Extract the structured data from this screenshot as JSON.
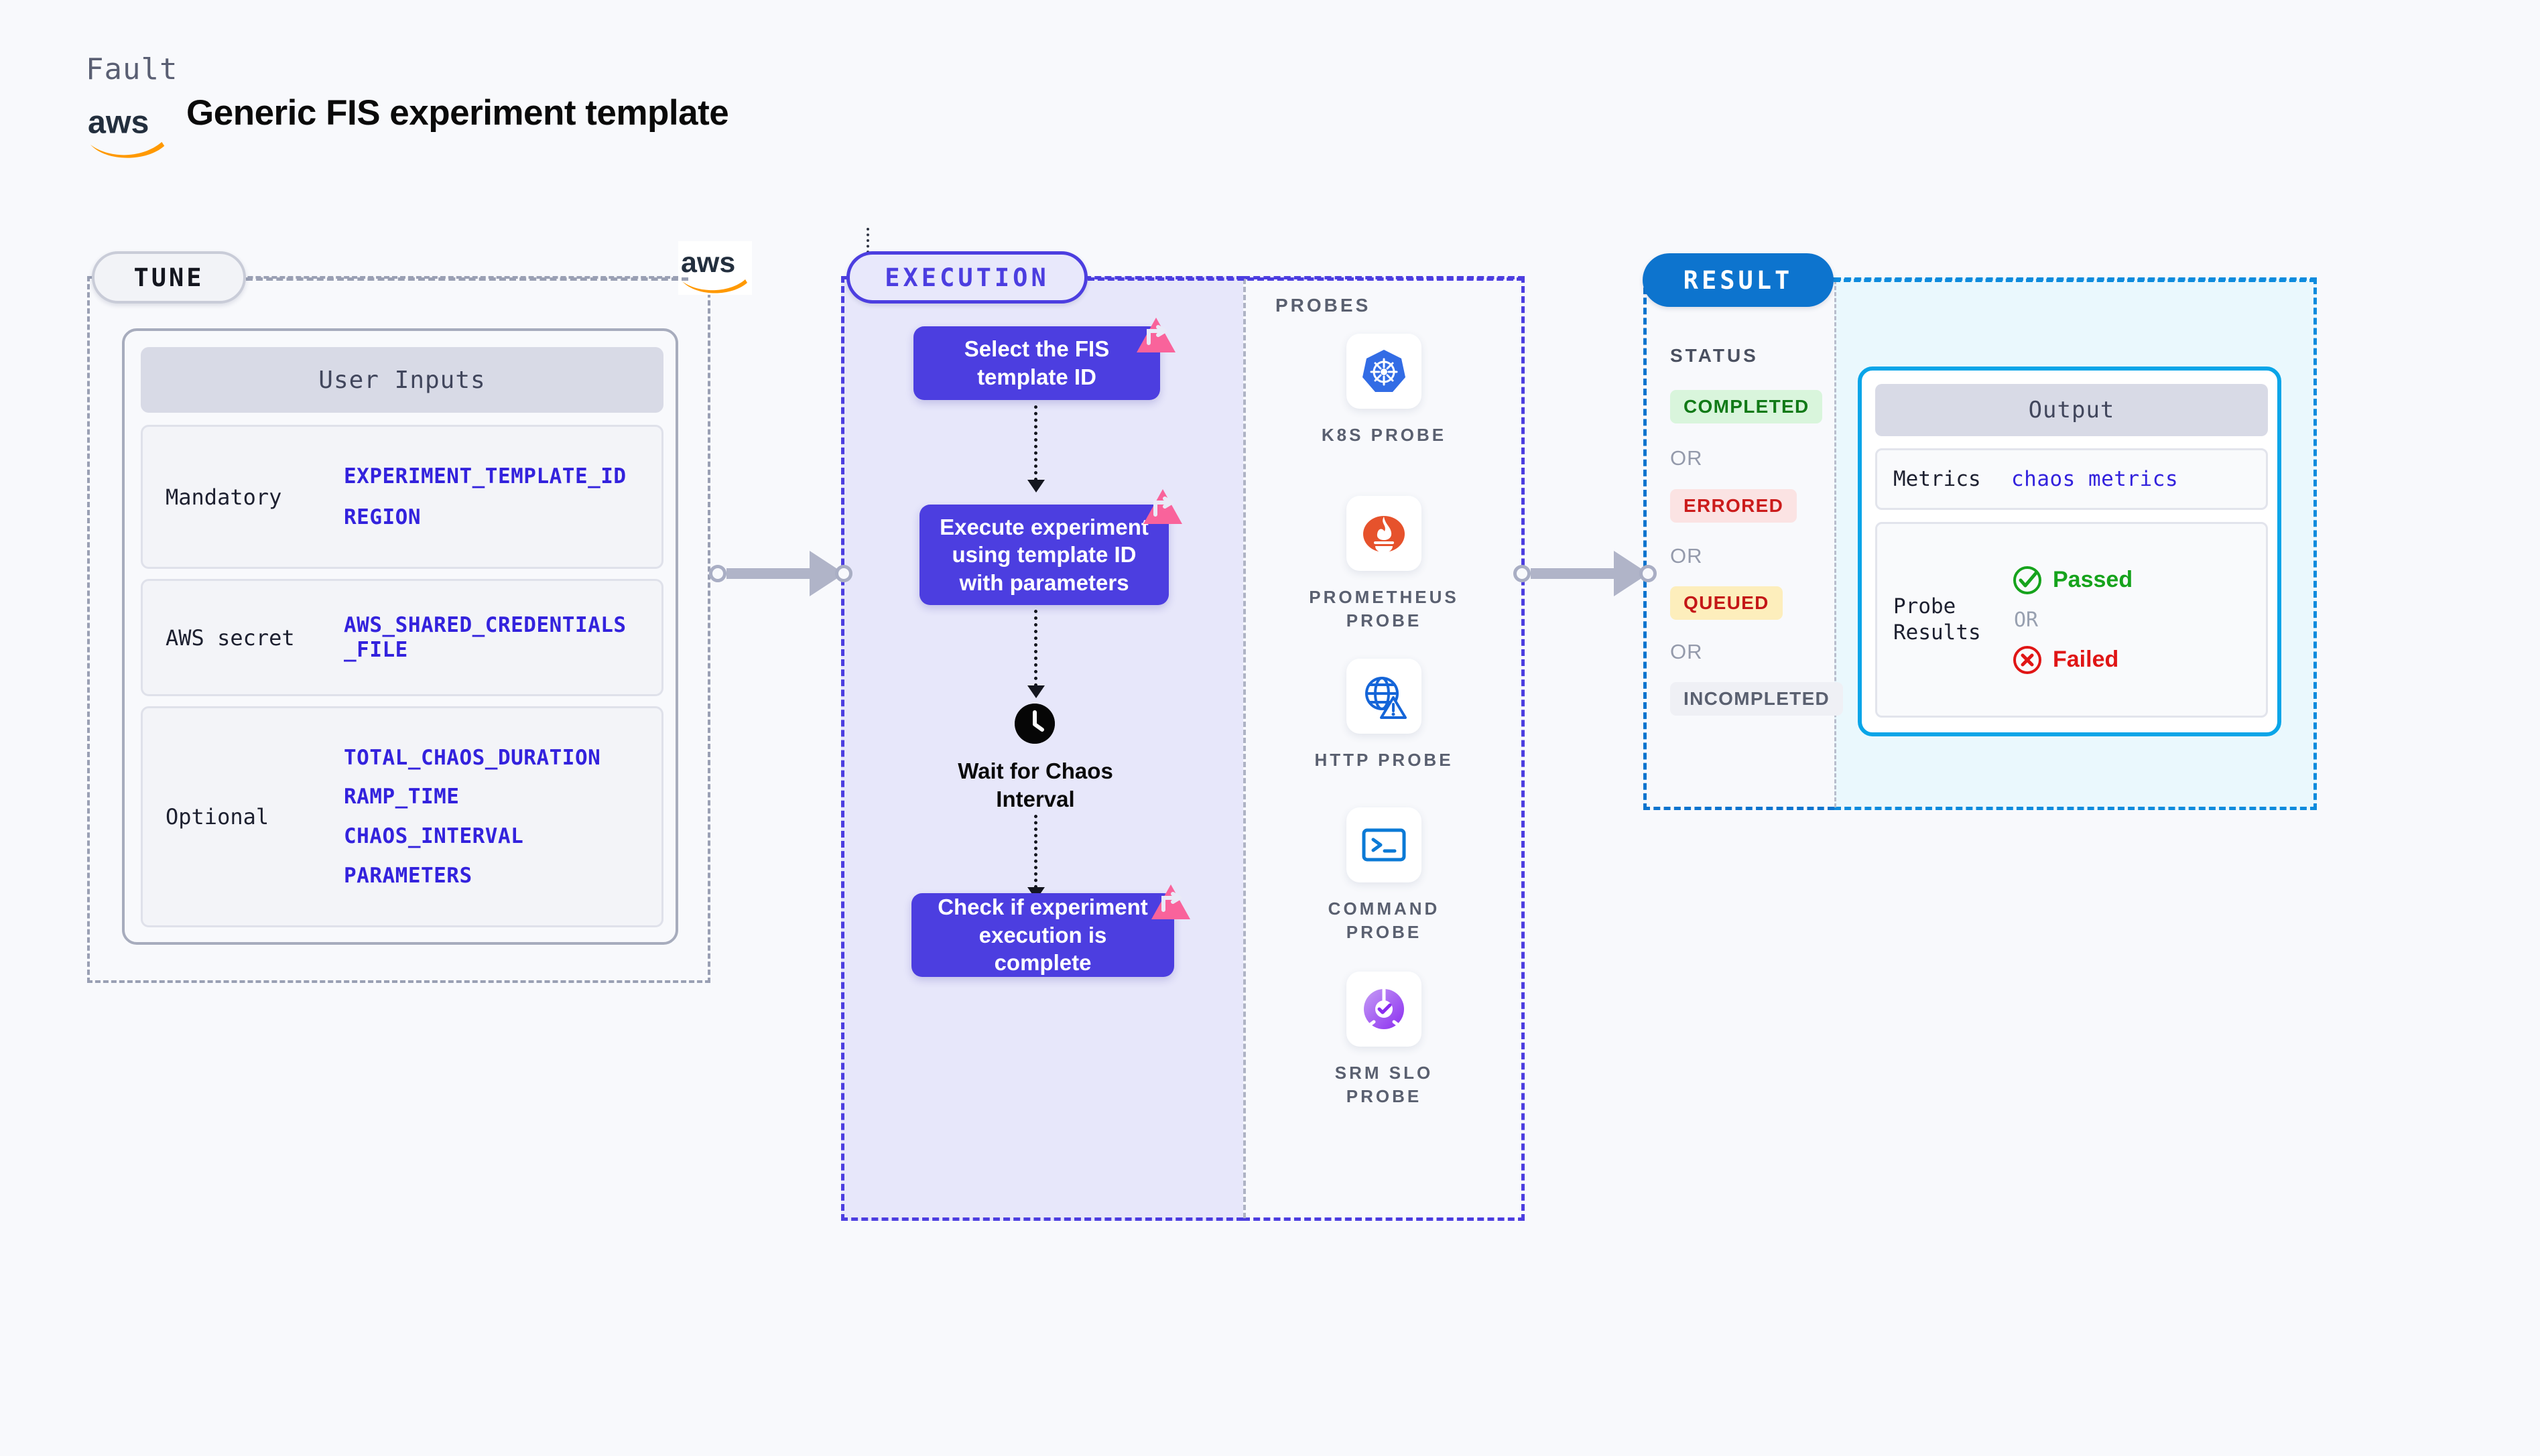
{
  "header": {
    "eyebrow": "Fault",
    "title": "Generic FIS experiment template",
    "logo_icon": "aws-logo-icon"
  },
  "tune": {
    "badge": "TUNE",
    "aws_logo_icon": "aws-logo-icon",
    "card_title": "User Inputs",
    "rows": [
      {
        "label": "Mandatory",
        "values": [
          "EXPERIMENT_TEMPLATE_ID",
          "REGION"
        ]
      },
      {
        "label": "AWS secret",
        "values": [
          "AWS_SHARED_CREDENTIALS\n_FILE"
        ]
      },
      {
        "label": "Optional",
        "values": [
          "TOTAL_CHAOS_DURATION",
          "RAMP_TIME",
          "CHAOS_INTERVAL",
          "PARAMETERS"
        ]
      }
    ]
  },
  "execution": {
    "badge": "EXECUTION",
    "nodes": [
      {
        "text": "Select the FIS template ID",
        "icon": "litmus-logo-icon"
      },
      {
        "text": "Execute experiment using template ID with parameters",
        "icon": "litmus-logo-icon"
      },
      {
        "text": "Check if experiment execution is complete",
        "icon": "litmus-logo-icon"
      }
    ],
    "wait": {
      "icon": "clock-icon",
      "label": "Wait for Chaos Interval"
    }
  },
  "probes": {
    "title": "PROBES",
    "items": [
      {
        "name": "K8S PROBE",
        "icon": "kubernetes-icon"
      },
      {
        "name": "PROMETHEUS PROBE",
        "icon": "prometheus-icon"
      },
      {
        "name": "HTTP PROBE",
        "icon": "http-globe-warning-icon"
      },
      {
        "name": "COMMAND PROBE",
        "icon": "terminal-icon"
      },
      {
        "name": "SRM SLO PROBE",
        "icon": "srm-slo-icon"
      }
    ]
  },
  "result": {
    "badge": "RESULT",
    "status_title": "STATUS",
    "or_text": "OR",
    "statuses": [
      {
        "label": "COMPLETED",
        "color": "#117a17"
      },
      {
        "label": "ERRORED",
        "color": "#cb1b1b"
      },
      {
        "label": "QUEUED",
        "color": "#c41717"
      },
      {
        "label": "INCOMPLETED",
        "color": "#5a6070"
      }
    ]
  },
  "output": {
    "title": "Output",
    "metrics_label": "Metrics",
    "metrics_value": "chaos metrics",
    "probe_label": "Probe Results",
    "passed": "Passed",
    "failed": "Failed",
    "or_text": "OR",
    "pass_icon": "check-circle-icon",
    "fail_icon": "x-circle-icon"
  },
  "colors": {
    "background": "#f8f9fc",
    "execution_accent": "#4c3ee0",
    "result_accent": "#0d74ce",
    "output_accent": "#09a5e8",
    "litmus_pink": "#f9639b",
    "aws_orange": "#ff9900",
    "value_blue": "#3322dd"
  }
}
